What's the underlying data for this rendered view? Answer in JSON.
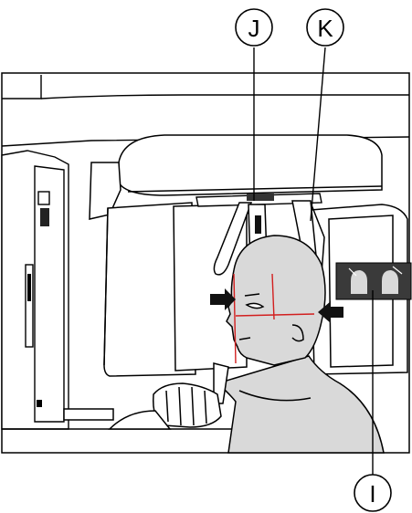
{
  "figure": {
    "callouts": [
      {
        "id": "J",
        "label": "J"
      },
      {
        "id": "K",
        "label": "K"
      },
      {
        "id": "I",
        "label": "I"
      }
    ],
    "colors": {
      "line": "#000000",
      "panel_fill": "#ffffff",
      "skin_fill": "#d9d9d9",
      "dark_panel": "#3a3a3a",
      "laser": "#d21f1f",
      "arrow": "#111111"
    }
  }
}
